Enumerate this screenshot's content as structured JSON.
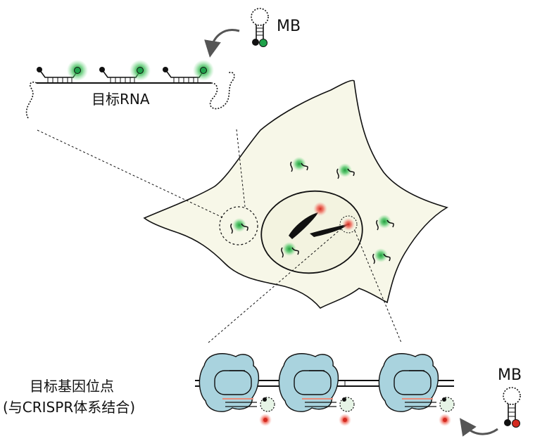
{
  "labels": {
    "mb_top": "MB",
    "target_rna": "目标RNA",
    "mb_bottom": "MB",
    "target_gene_line1": "目标基因位点",
    "target_gene_line2": "(与CRISPR体系结合)"
  },
  "colors": {
    "cell_fill": "#f7f7e8",
    "nucleus_fill": "#f4f4e2",
    "green_glow": "#27b046",
    "red_glow": "#e8332b",
    "cas_fill": "#a9d3de",
    "arrow": "#555555",
    "stroke": "#111111"
  }
}
